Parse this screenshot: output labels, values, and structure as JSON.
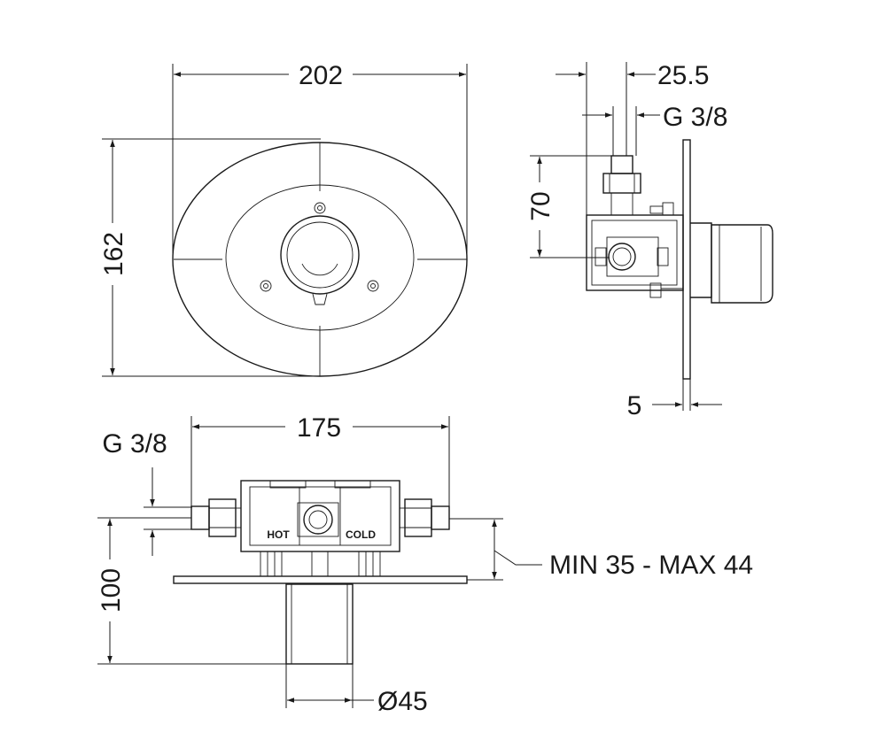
{
  "dimensions": {
    "front_width": "202",
    "front_height": "162",
    "side_depth": "25.5",
    "side_thread": "G 3/8",
    "side_height": "70",
    "side_plate": "5",
    "bottom_width": "175",
    "bottom_thread": "G 3/8",
    "bottom_height": "100",
    "bottom_install": "MIN 35 - MAX 44",
    "bottom_diameter": "Ø45"
  },
  "labels": {
    "hot": "HOT",
    "cold": "COLD"
  }
}
